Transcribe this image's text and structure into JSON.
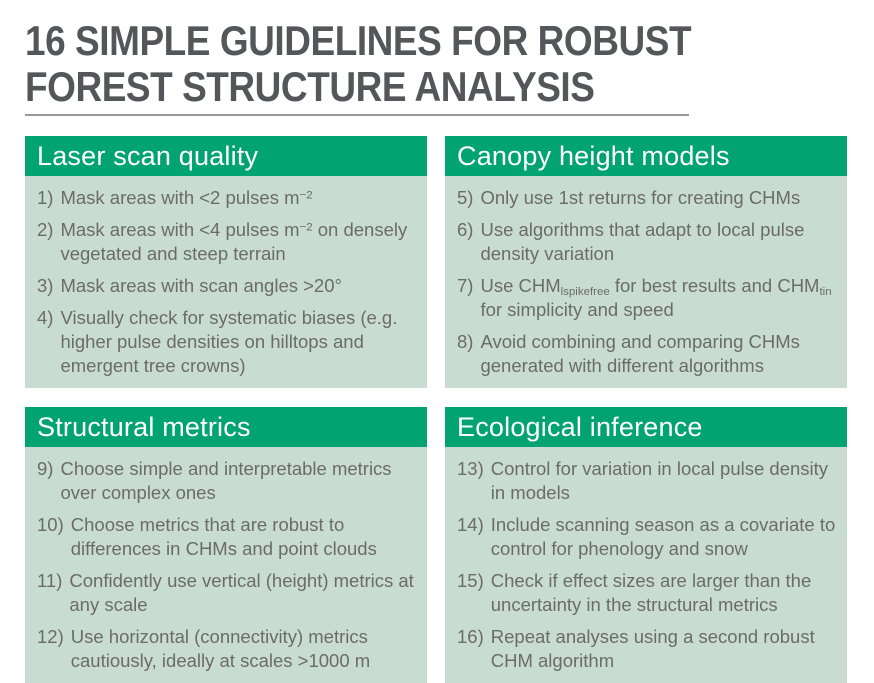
{
  "page": {
    "title": "16 SIMPLE GUIDELINES FOR ROBUST\nFOREST STRUCTURE ANALYSIS"
  },
  "colors": {
    "header_green": "#01a371",
    "panel_body_green": "#c9dcd2",
    "title_gray": "#55565a",
    "body_text_gray": "#6b6b6b",
    "rule_gray": "#97999b",
    "header_text": "#ffffff"
  },
  "panels": [
    {
      "title": "Laser scan quality",
      "items": [
        {
          "num": "1)",
          "parts": [
            {
              "text": "Mask areas with <2 pulses m"
            },
            {
              "sup": "−2"
            }
          ]
        },
        {
          "num": "2)",
          "parts": [
            {
              "text": "Mask areas with <4 pulses m"
            },
            {
              "sup": "−2"
            },
            {
              "text": " on densely vegetated and steep terrain"
            }
          ]
        },
        {
          "num": "3)",
          "parts": [
            {
              "text": "Mask areas with scan angles >20°"
            }
          ]
        },
        {
          "num": "4)",
          "parts": [
            {
              "text": "Visually check for systematic biases (e.g. higher pulse densities on hilltops and emergent tree crowns)"
            }
          ]
        }
      ]
    },
    {
      "title": "Canopy height models",
      "items": [
        {
          "num": "5)",
          "parts": [
            {
              "text": "Only use 1st returns for creating CHMs"
            }
          ]
        },
        {
          "num": "6)",
          "parts": [
            {
              "text": "Use algorithms that adapt to local pulse density variation"
            }
          ]
        },
        {
          "num": "7)",
          "parts": [
            {
              "text": "Use CHM"
            },
            {
              "sub": "lspikefree"
            },
            {
              "text": " for best results and CHM"
            },
            {
              "sub": "tin"
            },
            {
              "text": " for simplicity and speed"
            }
          ]
        },
        {
          "num": "8)",
          "parts": [
            {
              "text": "Avoid combining and comparing CHMs generated with different algorithms"
            }
          ]
        }
      ]
    },
    {
      "title": "Structural metrics",
      "items": [
        {
          "num": "9)",
          "parts": [
            {
              "text": "Choose simple and interpretable metrics over complex ones"
            }
          ]
        },
        {
          "num": "10)",
          "parts": [
            {
              "text": "Choose metrics that are robust to differences in CHMs and point clouds"
            }
          ]
        },
        {
          "num": "11)",
          "parts": [
            {
              "text": "Confidently use vertical (height) metrics at any scale"
            }
          ]
        },
        {
          "num": "12)",
          "parts": [
            {
              "text": "Use horizontal (connectivity) metrics cautiously, ideally at scales >1000 m"
            }
          ]
        }
      ]
    },
    {
      "title": "Ecological inference",
      "items": [
        {
          "num": "13)",
          "parts": [
            {
              "text": "Control for variation in local pulse density in models"
            }
          ]
        },
        {
          "num": "14)",
          "parts": [
            {
              "text": "Include scanning season as a covariate to control for phenology and snow"
            }
          ]
        },
        {
          "num": "15)",
          "parts": [
            {
              "text": "Check if effect sizes are larger than the uncertainty in the structural metrics"
            }
          ]
        },
        {
          "num": "16)",
          "parts": [
            {
              "text": "Repeat analyses using a second robust CHM algorithm"
            }
          ]
        }
      ]
    }
  ]
}
